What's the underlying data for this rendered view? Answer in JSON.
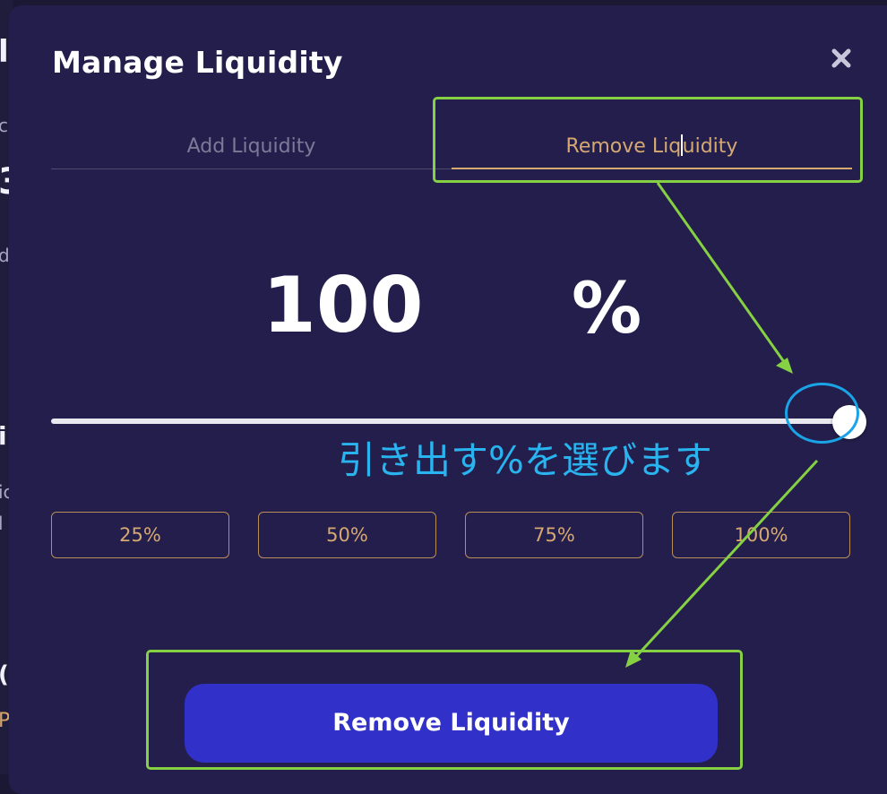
{
  "modal": {
    "title": "Manage Liquidity",
    "close_icon": "close-icon"
  },
  "tabs": [
    {
      "label": "Add Liquidity",
      "active": false
    },
    {
      "label_pre": "Remove Liq",
      "label_post": "uidity",
      "active": true
    }
  ],
  "amount": {
    "value": "100",
    "unit": "%"
  },
  "slider": {
    "value_fraction": 1.0
  },
  "annotation": {
    "text": "引き出す%を選びます",
    "color": "#29b3ef"
  },
  "presets": [
    "25%",
    "50%",
    "75%",
    "100%"
  ],
  "action_button": {
    "label": "Remove Liquidity",
    "color": "#3130c8"
  },
  "colors": {
    "accent_gold": "#d6a872",
    "modal_bg": "#231e4b",
    "highlight_green": "#86d043"
  },
  "background_fragments": [
    "l",
    "c",
    "3",
    "d",
    "i",
    "ic",
    "l",
    "(",
    "P"
  ]
}
